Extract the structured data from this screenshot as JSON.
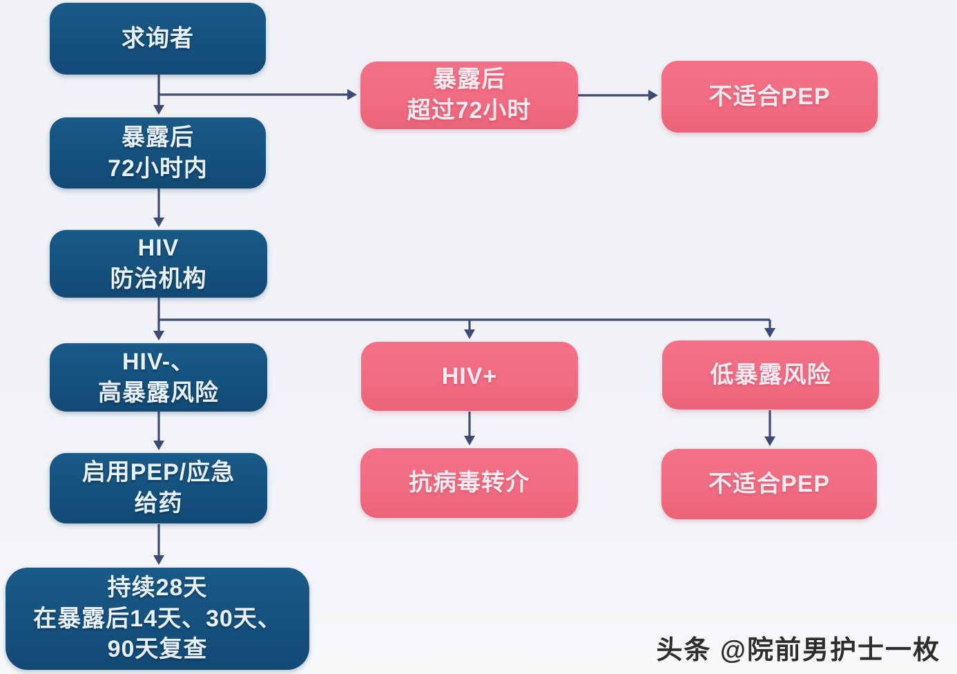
{
  "palette": {
    "background": "#f2f3f7",
    "node_blue": "#15517d",
    "node_pink": "#f06b81",
    "arrow": "#3d4a73",
    "blue_text": "#e9f2fb",
    "pink_text": "#fdecf1"
  },
  "diagram": {
    "type": "flowchart",
    "topic": "HIV PEP eligibility and follow-up flow",
    "nodes": {
      "seeker": {
        "label": "求询者",
        "color": "blue"
      },
      "within72": {
        "label": "暴露后\n72小时内",
        "color": "blue"
      },
      "over72": {
        "label": "暴露后\n超过72小时",
        "color": "pink"
      },
      "notpep1": {
        "label": "不适合PEP",
        "color": "pink"
      },
      "agency": {
        "label": "HIV\n防治机构",
        "color": "blue"
      },
      "hivneg": {
        "label": "HIV-、\n高暴露风险",
        "color": "blue"
      },
      "hivpos": {
        "label": "HIV+",
        "color": "pink"
      },
      "lowrisk": {
        "label": "低暴露风险",
        "color": "pink"
      },
      "startpep": {
        "label": "启用PEP/应急\n给药",
        "color": "blue"
      },
      "antiviral": {
        "label": "抗病毒转介",
        "color": "pink"
      },
      "notpep2": {
        "label": "不适合PEP",
        "color": "pink"
      },
      "followup": {
        "label": "持续28天\n在暴露后14天、30天、\n90天复查",
        "color": "blue"
      }
    },
    "edges": [
      "seeker -> within72",
      "seeker -> over72",
      "over72 -> notpep1",
      "within72 -> agency",
      "agency -> hivneg",
      "agency -> hivpos",
      "agency -> lowrisk",
      "hivneg -> startpep",
      "hivpos -> antiviral",
      "lowrisk -> notpep2",
      "startpep -> followup"
    ]
  },
  "watermark": {
    "text": "头条 @院前男护士一枚"
  }
}
